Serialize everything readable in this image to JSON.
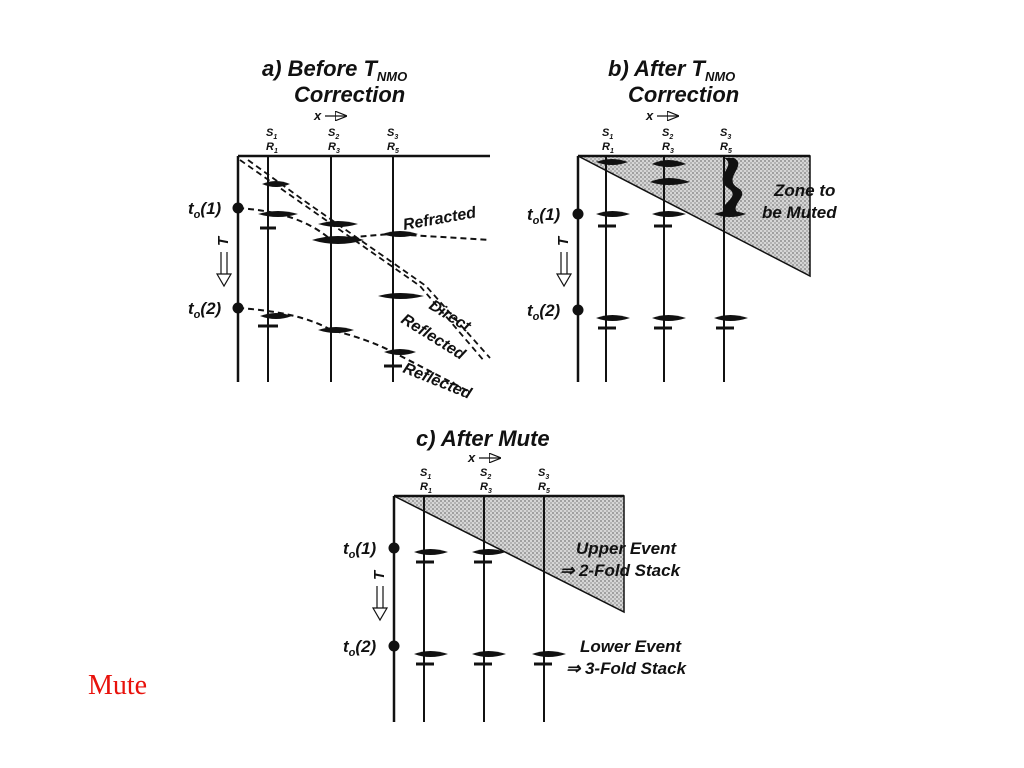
{
  "caption": "Mute",
  "colors": {
    "ink": "#111111",
    "caption": "#e8120c",
    "shade": "#c8c8c8"
  },
  "panels": {
    "a": {
      "title_prefix": "a) Before T",
      "title_sub": "NMO",
      "title_line2": "Correction",
      "offset_label": "x",
      "time_label": "T",
      "t1_label": "t",
      "t1_sub": "o",
      "t1_index": "(1)",
      "t2_label": "t",
      "t2_sub": "o",
      "t2_index": "(2)",
      "traces": [
        {
          "s": "S",
          "s_sub": "1",
          "r": "R",
          "r_sub": "1"
        },
        {
          "s": "S",
          "s_sub": "2",
          "r": "R",
          "r_sub": "3"
        },
        {
          "s": "S",
          "s_sub": "3",
          "r": "R",
          "r_sub": "5"
        }
      ],
      "event_labels": {
        "refracted": "Refracted",
        "direct": "Direct",
        "reflected_upper": "Reflected",
        "reflected_lower": "Reflected"
      }
    },
    "b": {
      "title_prefix": "b) After T",
      "title_sub": "NMO",
      "title_line2": "Correction",
      "offset_label": "x",
      "time_label": "T",
      "t1_label": "t",
      "t1_sub": "o",
      "t1_index": "(1)",
      "t2_label": "t",
      "t2_sub": "o",
      "t2_index": "(2)",
      "traces": [
        {
          "s": "S",
          "s_sub": "1",
          "r": "R",
          "r_sub": "1"
        },
        {
          "s": "S",
          "s_sub": "2",
          "r": "R",
          "r_sub": "3"
        },
        {
          "s": "S",
          "s_sub": "3",
          "r": "R",
          "r_sub": "5"
        }
      ],
      "zone_line1": "Zone to",
      "zone_line2": "be Muted"
    },
    "c": {
      "title": "c) After Mute",
      "offset_label": "x",
      "time_label": "T",
      "t1_label": "t",
      "t1_sub": "o",
      "t1_index": "(1)",
      "t2_label": "t",
      "t2_sub": "o",
      "t2_index": "(2)",
      "traces": [
        {
          "s": "S",
          "s_sub": "1",
          "r": "R",
          "r_sub": "1"
        },
        {
          "s": "S",
          "s_sub": "2",
          "r": "R",
          "r_sub": "3"
        },
        {
          "s": "S",
          "s_sub": "3",
          "r": "R",
          "r_sub": "5"
        }
      ],
      "upper_event_line1": "Upper Event",
      "upper_event_line2": "⇒ 2-Fold Stack",
      "lower_event_line1": "Lower Event",
      "lower_event_line2": "⇒ 3-Fold Stack"
    }
  }
}
